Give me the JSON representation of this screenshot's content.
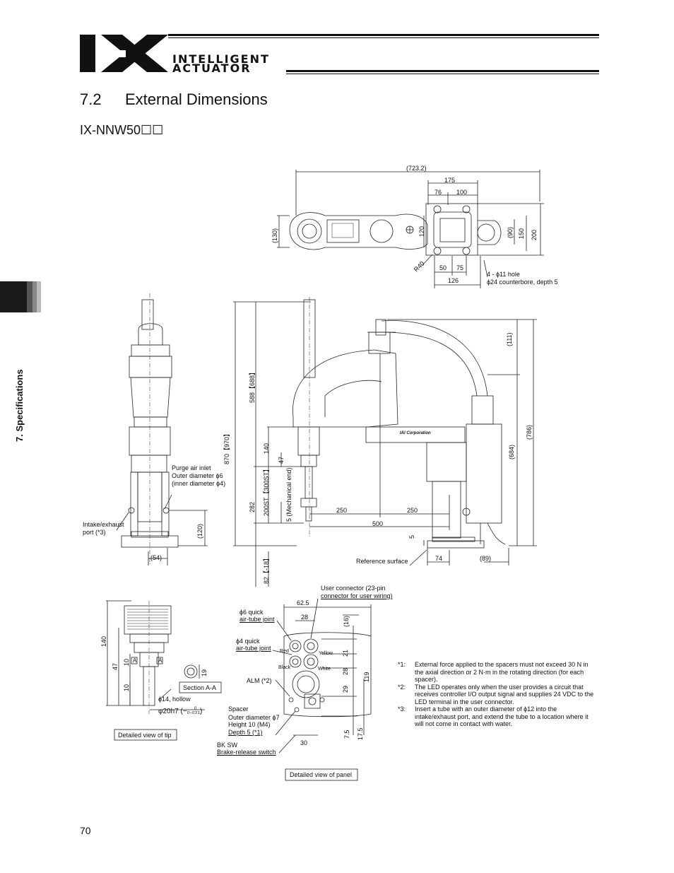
{
  "header": {
    "brand_line1": "INTELLIGENT",
    "brand_line2": "ACTUATOR",
    "logo_letters": "IX"
  },
  "section": {
    "number": "7.2",
    "title": "External Dimensions"
  },
  "model": "IX-NNW50☐☐",
  "side_tab": "7. Specifications",
  "page_number": "70",
  "top_view": {
    "dims": [
      "(723.2)",
      "175",
      "76",
      "100",
      "(130)",
      "120",
      "(90)",
      "150",
      "200",
      "R40",
      "50",
      "75",
      "126"
    ],
    "hole_note_1": "4 - ϕ11 hole",
    "hole_note_2": "ϕ24 counterbore, depth 5"
  },
  "side_view": {
    "purge_1": "Purge air inlet",
    "purge_2": "Outer diameter ϕ6",
    "purge_3": "(inner diameter ϕ4)",
    "intake_1": "Intake/exhaust",
    "intake_2": "port (*3)",
    "dim_120": "(120)",
    "dim_54": "(54)"
  },
  "front_view": {
    "dims": [
      "870【970】",
      "588【688】",
      "140",
      "47",
      "200ST【300ST】",
      "282",
      "5 (Mechanical end)",
      "250",
      "250",
      "500",
      "5",
      "74",
      "(89)",
      "(111)",
      "(684)",
      "(786)",
      "82【-18】"
    ],
    "ref_surface": "Reference surface",
    "arm_label": "IAI Corporation"
  },
  "tip_view": {
    "dims": [
      "140",
      "47",
      "10",
      "10",
      "19",
      "A",
      "A"
    ],
    "section_label": "Section A-A",
    "hollow": "ϕ14, hollow",
    "shaft": "φ20h7 (−₀.₀₂₁)",
    "shaft_tol": "0",
    "caption": "Detailed view of tip"
  },
  "panel_view": {
    "user_conn_1": "User connector (23-pin",
    "user_conn_2": "connector for user wiring)",
    "phi6_1": "ϕ6 quick",
    "phi6_2": "air-tube joint",
    "phi4_1": "ϕ4 quick",
    "phi4_2": "air-tube joint",
    "red": "Red",
    "yellow": "Yellow",
    "black": "Black",
    "white": "White",
    "alm": "ALM (*2)",
    "spacer_1": "Spacer",
    "spacer_2": "Outer diameter ϕ7",
    "spacer_3": "Height 10 (M4)",
    "spacer_4": "Depth 5 (*1)",
    "bksw_1": "BK SW",
    "bksw_2": "Brake-release switch",
    "dims": [
      "62.5",
      "28",
      "(16)",
      "21",
      "28",
      "29",
      "119",
      "30",
      "7.5",
      "17.5"
    ],
    "caption": "Detailed view of panel"
  },
  "notes": [
    {
      "key": "*1:",
      "text": "External force applied to the spacers must not exceed 30 N in the axial direction or 2 N·m in the rotating direction (for each spacer)."
    },
    {
      "key": "*2:",
      "text": "The LED operates only when the user provides a circuit that receives controller I/O output signal and supplies 24 VDC to the LED terminal in the user connector."
    },
    {
      "key": "*3:",
      "text": "Insert a tube with an outer diameter of ϕ12 into the intake/exhaust port, and extend the tube to a location where it will not come in contact with water."
    }
  ]
}
